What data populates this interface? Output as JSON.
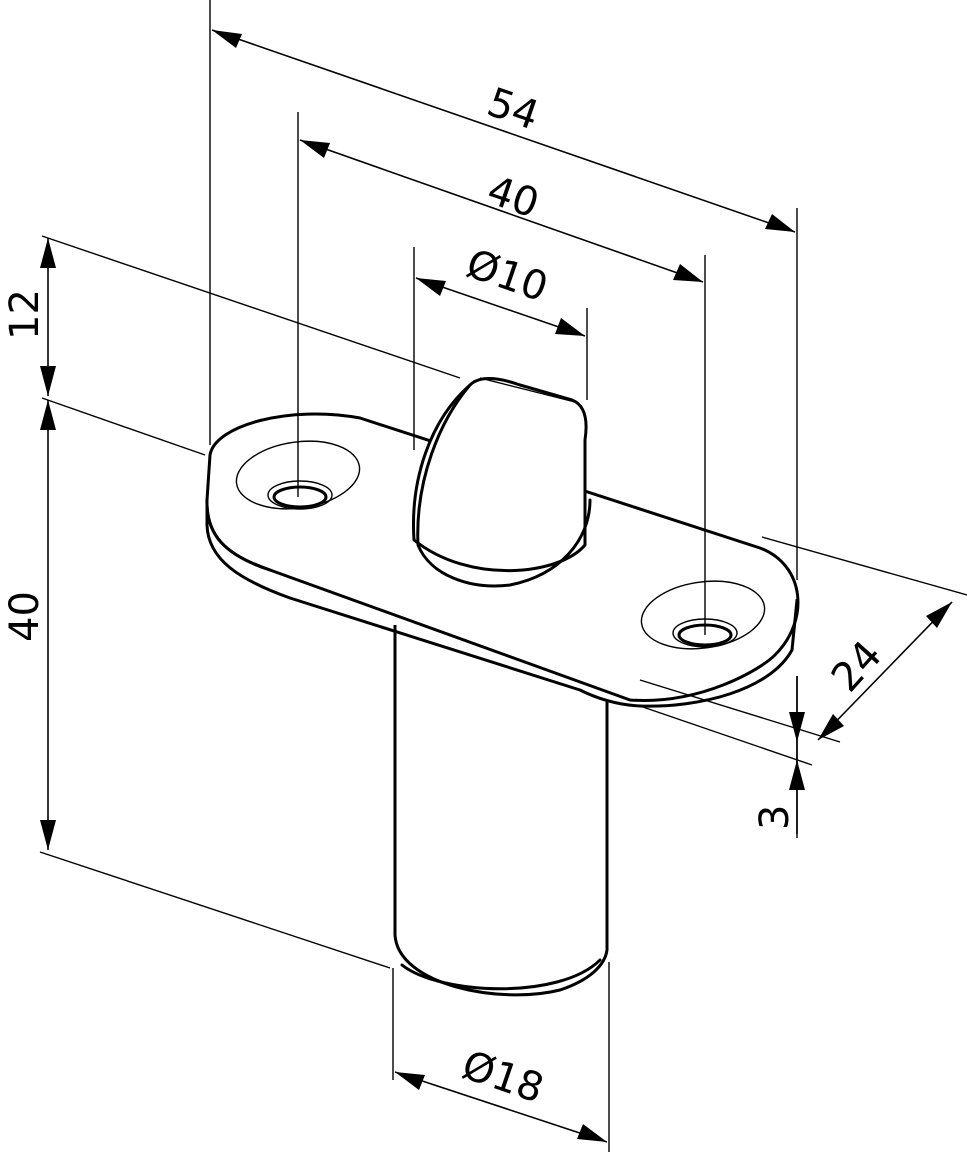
{
  "dimensions": {
    "overall_length": "54",
    "hole_spacing": "40",
    "pin_diameter": "Ø10",
    "pin_height": "12",
    "body_length": "40",
    "plate_width": "24",
    "plate_thickness": "3",
    "body_diameter": "Ø18"
  }
}
